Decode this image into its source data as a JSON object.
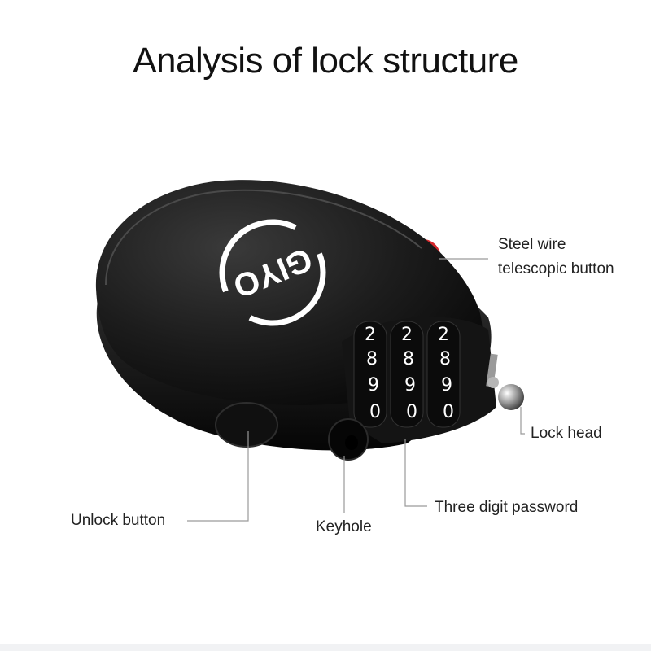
{
  "title": "Analysis of lock structure",
  "product": {
    "brand_logo_text": "GIYO",
    "body_color": "#1c1c1c",
    "accent_color": "#d3272b"
  },
  "dials": [
    [
      "2",
      "8",
      "9",
      "0"
    ],
    [
      "2",
      "8",
      "9",
      "0"
    ],
    [
      "2",
      "8",
      "9",
      "0"
    ]
  ],
  "callouts": {
    "steel_wire_line1": "Steel wire",
    "steel_wire_line2": "telescopic button",
    "lock_head": "Lock head",
    "three_digit_password": "Three digit password",
    "keyhole": "Keyhole",
    "unlock_button": "Unlock button"
  }
}
